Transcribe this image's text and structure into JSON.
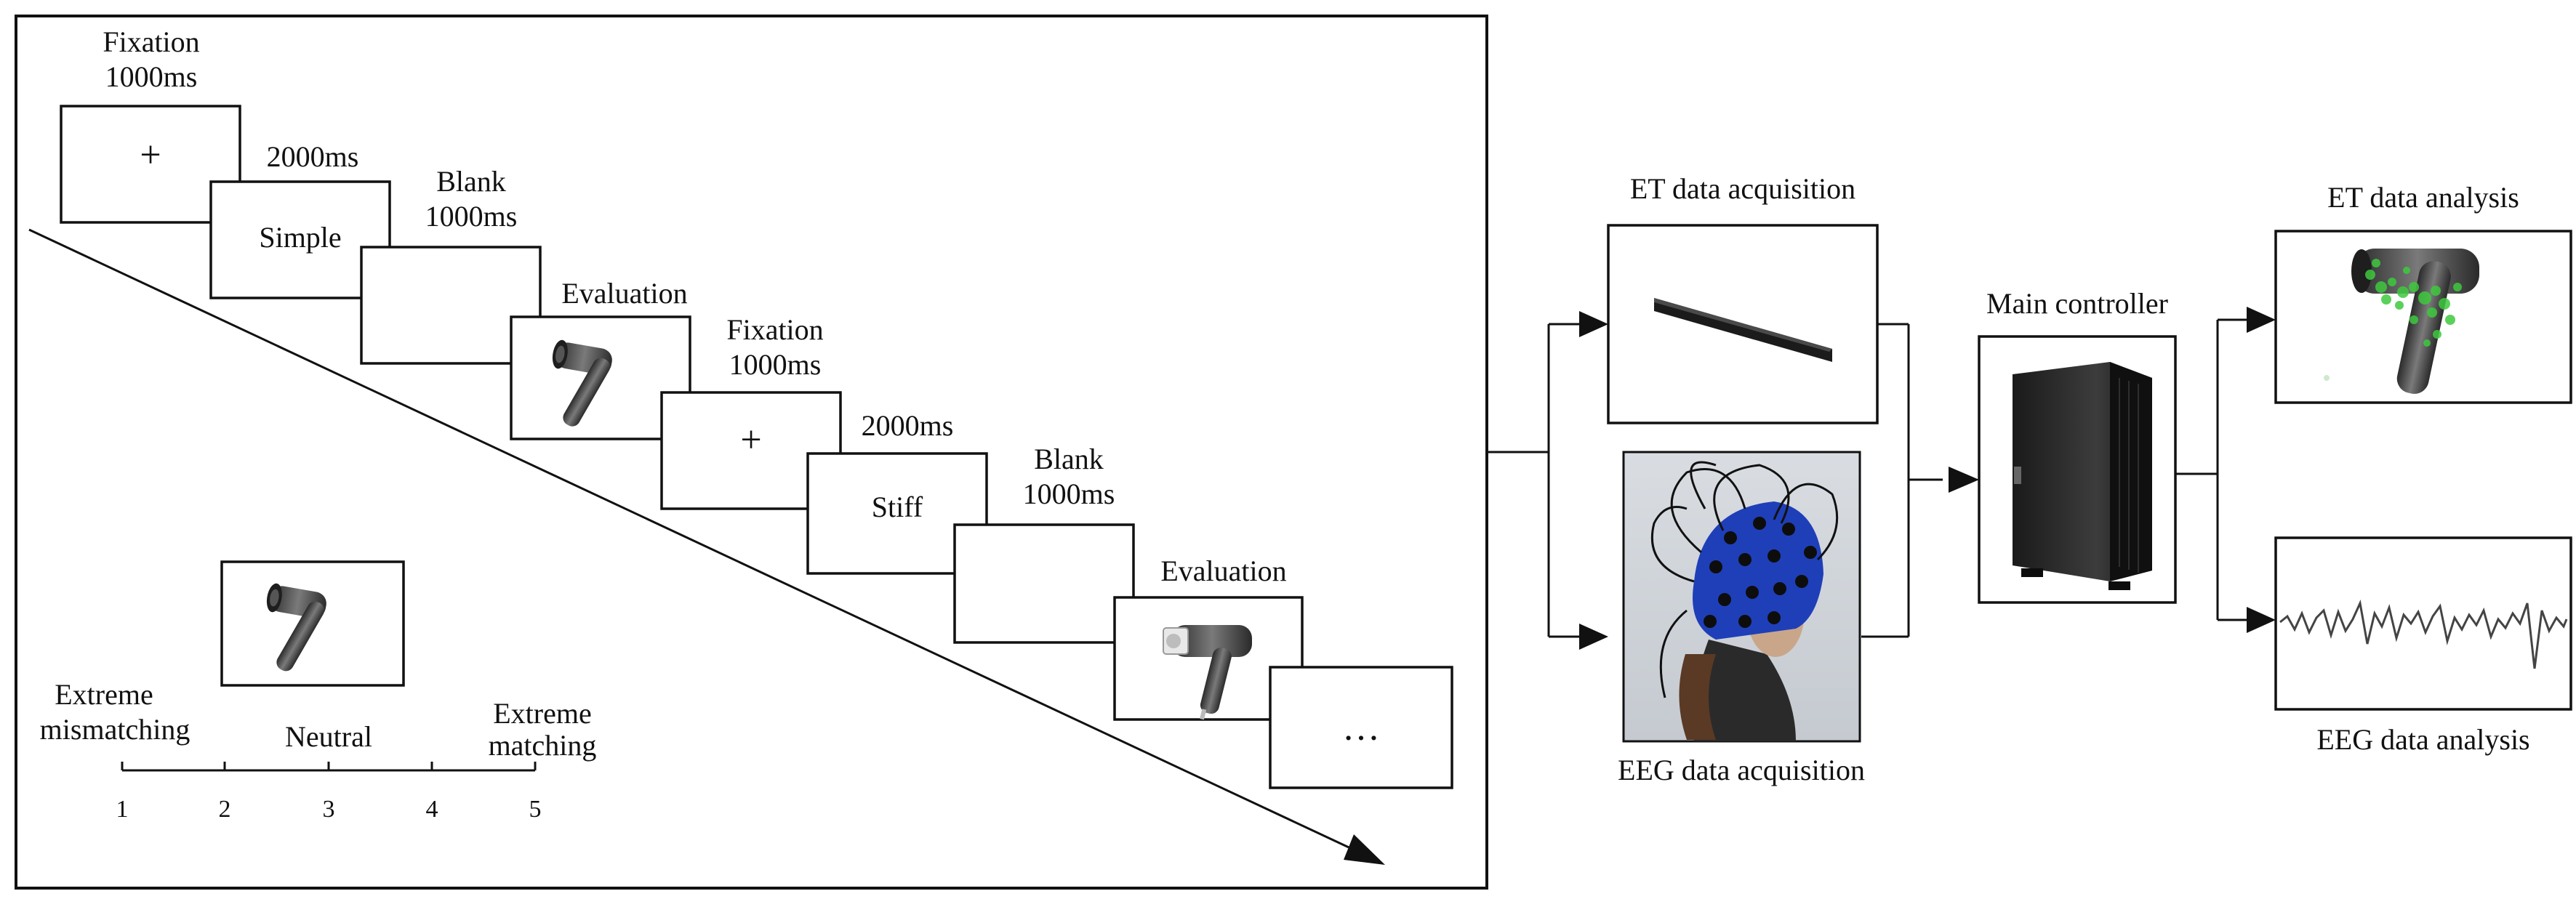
{
  "paradigm": {
    "fixation1_label": "Fixation",
    "fixation1_time": "1000ms",
    "fixation_symbol": "+",
    "word1_time": "2000ms",
    "word1": "Simple",
    "blank1_label": "Blank",
    "blank1_time": "1000ms",
    "evaluation1_label": "Evaluation",
    "fixation2_label": "Fixation",
    "fixation2_time": "1000ms",
    "word2_time": "2000ms",
    "word2": "Stiff",
    "blank2_label": "Blank",
    "blank2_time": "1000ms",
    "evaluation2_label": "Evaluation",
    "ellipsis": "…"
  },
  "scale": {
    "left_anchor": [
      "Extreme",
      "mismatching"
    ],
    "middle_anchor": "Neutral",
    "right_anchor": [
      "Extreme",
      "matching"
    ],
    "ticks": [
      "1",
      "2",
      "3",
      "4",
      "5"
    ]
  },
  "system": {
    "et_acquisition": "ET data acquisition",
    "eeg_acquisition": "EEG data acquisition",
    "main_controller": "Main controller",
    "et_analysis": "ET data analysis",
    "eeg_analysis": "EEG data analysis"
  },
  "icons": [
    "hair-dryer-icon",
    "eye-tracker-icon",
    "eeg-cap-icon",
    "computer-tower-icon",
    "gaze-heatmap-icon",
    "eeg-waveform-icon"
  ],
  "colors": {
    "cap": "#1f3fb8",
    "gaze": "#3ec93e",
    "stroke": "#111111"
  }
}
